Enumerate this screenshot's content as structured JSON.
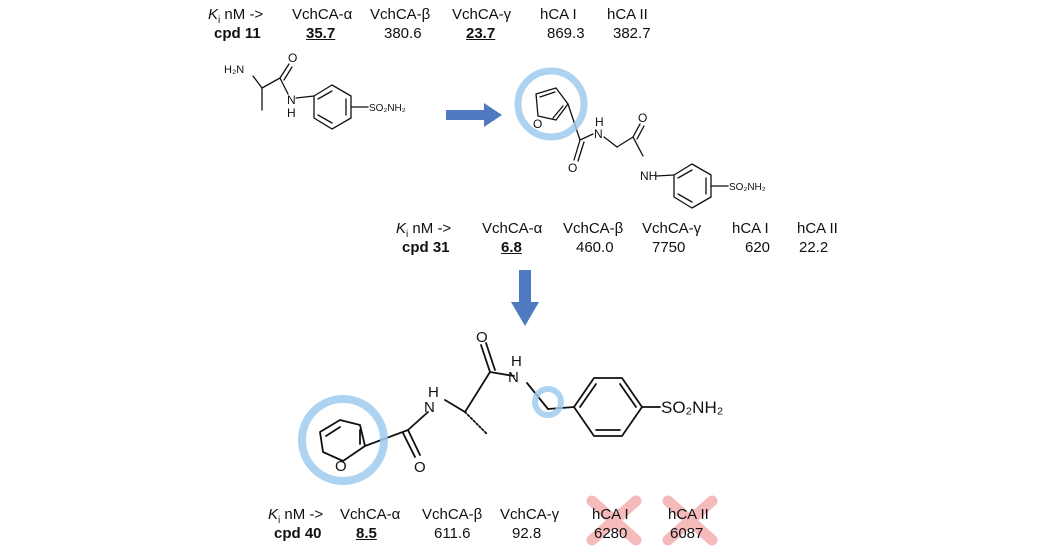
{
  "header": {
    "k": "K",
    "i": "i",
    "unit": "nM",
    "arrow": "->",
    "columns": [
      "VchCA-α",
      "VchCA-β",
      "VchCA-γ",
      "hCA I",
      "hCA II"
    ]
  },
  "compounds": [
    {
      "name": "cpd 11",
      "values": [
        "35.7",
        "380.6",
        "23.7",
        "869.3",
        "382.7"
      ]
    },
    {
      "name": "cpd 31",
      "values": [
        "6.8",
        "460.0",
        "7750",
        "620",
        "22.2"
      ]
    },
    {
      "name": "cpd 40",
      "values": [
        "8.5",
        "611.6",
        "92.8",
        "6280",
        "6087"
      ]
    }
  ],
  "atoms": {
    "h2n": "H₂N",
    "nh": "NH",
    "n": "N",
    "h": "H",
    "o": "O",
    "so2nh2_small": "SO₂NH₂",
    "so2nh2": "SO₂NH₂"
  },
  "colors": {
    "arrow": "#4f7ac0",
    "highlight": "#9fcbee",
    "cross": "#f5b3b3"
  }
}
